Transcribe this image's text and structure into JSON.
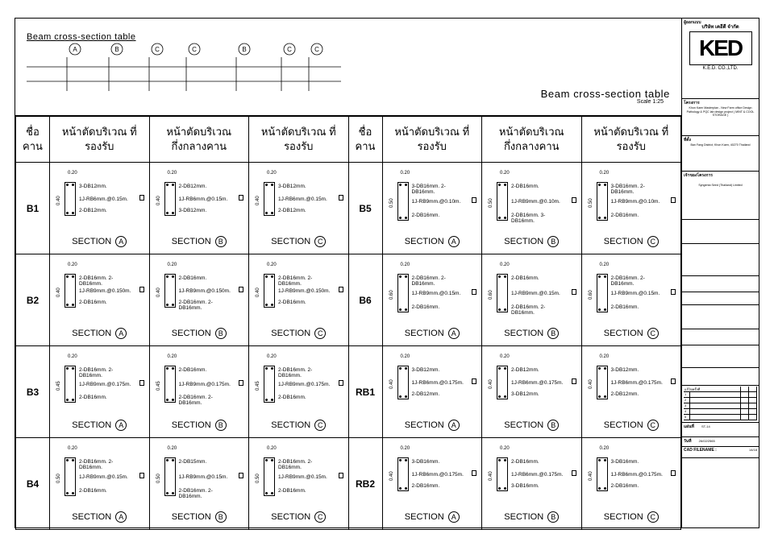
{
  "title_left": "Beam cross-section table",
  "title_right": "Beam cross-section table",
  "scale": "Scale   1:25",
  "plan_markers": [
    "A",
    "B",
    "C",
    "C",
    "B",
    "C",
    "C"
  ],
  "headers": [
    "ชื่อคาน",
    "หน้าตัดบริเวณ ที่รองรับ",
    "หน้าตัดบริเวณ กึ่งกลางคาน",
    "หน้าตัดบริเวณ ที่รองรับ"
  ],
  "dim_width": "0.20",
  "section_word": "SECTION",
  "rows": [
    {
      "left": {
        "name": "B1",
        "h": "0.40",
        "cells": [
          {
            "top": "3-DB12mm.",
            "mid": "1J-RB6mm.@0.15m.",
            "bot": "2-DB12mm.",
            "sec": "A"
          },
          {
            "top": "2-DB12mm.",
            "mid": "1J-RB6mm.@0.15m.",
            "bot": "3-DB12mm.",
            "sec": "B"
          },
          {
            "top": "3-DB12mm.",
            "mid": "1J-RB6mm.@0.15m.",
            "bot": "2-DB12mm.",
            "sec": "C"
          }
        ]
      },
      "right": {
        "name": "B5",
        "h": "0.50",
        "cells": [
          {
            "top": "3-DB16mm. 2-DB16mm.",
            "mid": "1J-RB9mm.@0.10m.",
            "bot": "2-DB16mm.",
            "sec": "A"
          },
          {
            "top": "2-DB16mm.",
            "mid": "1J-RB9mm.@0.10m.",
            "bot": "2-DB16mm. 3-DB16mm.",
            "sec": "B"
          },
          {
            "top": "3-DB16mm. 2-DB16mm.",
            "mid": "1J-RB9mm.@0.10m.",
            "bot": "2-DB16mm.",
            "sec": "C"
          }
        ]
      }
    },
    {
      "left": {
        "name": "B2",
        "h": "0.40",
        "cells": [
          {
            "top": "2-DB16mm. 2-DB16mm.",
            "mid": "1J-RB9mm.@0.150m.",
            "bot": "2-DB16mm.",
            "sec": "A"
          },
          {
            "top": "2-DB16mm.",
            "mid": "1J-RB9mm.@0.150m.",
            "bot": "2-DB16mm. 2-DB16mm.",
            "sec": "B"
          },
          {
            "top": "2-DB16mm. 2-DB16mm.",
            "mid": "1J-RB9mm.@0.150m.",
            "bot": "2-DB16mm.",
            "sec": "C"
          }
        ]
      },
      "right": {
        "name": "B6",
        "h": "0.60",
        "cells": [
          {
            "top": "2-DB16mm. 2-DB16mm.",
            "mid": "1J-RB9mm.@0.15m.",
            "bot": "2-DB16mm.",
            "sec": "A"
          },
          {
            "top": "2-DB16mm.",
            "mid": "1J-RB9mm.@0.15m.",
            "bot": "2-DB16mm. 2-DB16mm.",
            "sec": "B"
          },
          {
            "top": "2-DB16mm. 2-DB16mm.",
            "mid": "1J-RB9mm.@0.15m.",
            "bot": "2-DB16mm.",
            "sec": "C"
          }
        ]
      }
    },
    {
      "left": {
        "name": "B3",
        "h": "0.45",
        "cells": [
          {
            "top": "2-DB16mm. 2-DB16mm.",
            "mid": "1J-RB9mm.@0.175m.",
            "bot": "2-DB16mm.",
            "sec": "A"
          },
          {
            "top": "2-DB16mm.",
            "mid": "1J-RB9mm.@0.175m.",
            "bot": "2-DB16mm. 2-DB16mm.",
            "sec": "B"
          },
          {
            "top": "2-DB16mm. 2-DB16mm.",
            "mid": "1J-RB9mm.@0.175m.",
            "bot": "2-DB16mm.",
            "sec": "C"
          }
        ]
      },
      "right": {
        "name": "RB1",
        "h": "0.40",
        "cells": [
          {
            "top": "3-DB12mm.",
            "mid": "1J-RB6mm.@0.175m.",
            "bot": "2-DB12mm.",
            "sec": "A"
          },
          {
            "top": "2-DB12mm.",
            "mid": "1J-RB6mm.@0.175m.",
            "bot": "3-DB12mm.",
            "sec": "B"
          },
          {
            "top": "3-DB12mm.",
            "mid": "1J-RB6mm.@0.175m.",
            "bot": "2-DB12mm.",
            "sec": "C"
          }
        ]
      }
    },
    {
      "left": {
        "name": "B4",
        "h": "0.50",
        "cells": [
          {
            "top": "2-DB16mm. 2-DB16mm.",
            "mid": "1J-RB9mm.@0.15m.",
            "bot": "2-DB16mm.",
            "sec": "A"
          },
          {
            "top": "2-DB15mm.",
            "mid": "1J-RB9mm.@0.15m.",
            "bot": "2-DB16mm. 2-DB16mm.",
            "sec": "B"
          },
          {
            "top": "2-DB16mm. 2-DB16mm.",
            "mid": "1J-RB9mm.@0.15m.",
            "bot": "2-DB16mm.",
            "sec": "C"
          }
        ]
      },
      "right": {
        "name": "RB2",
        "h": "0.40",
        "cells": [
          {
            "top": "3-DB16mm.",
            "mid": "1J-RB6mm.@0.175m.",
            "bot": "2-DB16mm.",
            "sec": "A"
          },
          {
            "top": "2-DB16mm.",
            "mid": "1J-RB6mm.@0.175m.",
            "bot": "3-DB16mm.",
            "sec": "B"
          },
          {
            "top": "3-DB16mm.",
            "mid": "1J-RB6mm.@0.175m.",
            "bot": "2-DB16mm.",
            "sec": "C"
          }
        ]
      }
    }
  ],
  "side": {
    "designer_label": "ผู้ออกแบบ",
    "company_th": "บริษัท เคอีดี จำกัด",
    "logo": "KED",
    "company_en": "K.E.D. CO.,LTD.",
    "project_label": "โครงการ",
    "project": "Khon Kaen Masterplan - New Farm office Design Pathology & PQC lab design project ( MINT & COOL STORAGE )",
    "location_label": "ที่ตั้ง",
    "location": "Ban Fang District, Khon Kaen, 40270 Thailand",
    "owner_label": "เจ้าของโครงการ",
    "owner": "Syngenta Seed (Thailand) Limited",
    "drawing_no_label": "แผ่นที่",
    "drawing_no": "ST-14",
    "date_label": "วันที่",
    "date": "26/02/2565",
    "cad_label": "CAD FILENAME :",
    "sheet_count": "14/18",
    "revision_label": "แก้ไขครั้งที่",
    "revisions": [
      "1",
      "2",
      "3",
      "4",
      "5"
    ]
  }
}
